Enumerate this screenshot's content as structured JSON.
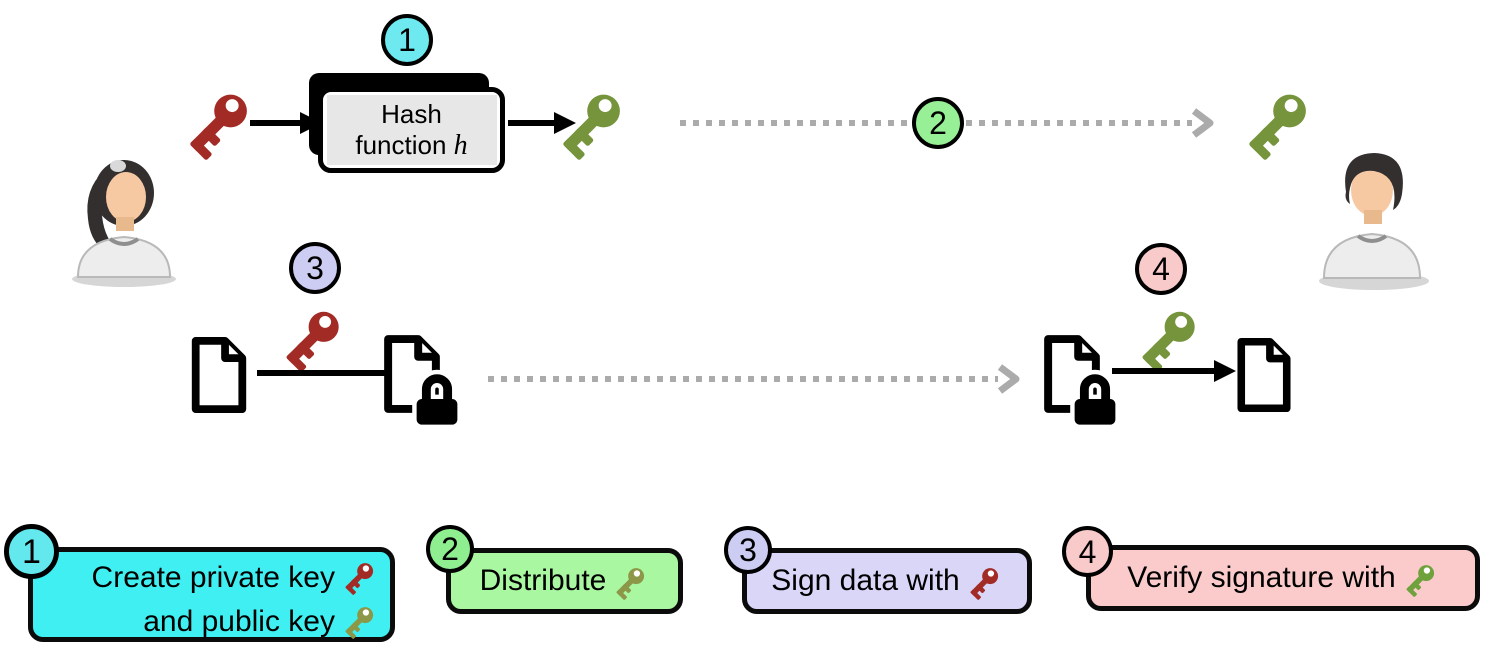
{
  "diagram": {
    "hash_box": {
      "line1": "Hash",
      "line2_text": "function",
      "line2_math": "h"
    },
    "badges": [
      {
        "label": "1",
        "color": "#6EE9F0"
      },
      {
        "label": "2",
        "color": "#97F096"
      },
      {
        "label": "3",
        "color": "#CDCDF4"
      },
      {
        "label": "4",
        "color": "#F9CACA"
      }
    ],
    "icons": {
      "sender": "woman-avatar",
      "receiver": "man-avatar",
      "private_key_color": "#A32B26",
      "public_key_color": "#75943C",
      "dotted_arrow_color": "#ABABAB",
      "arrow_color": "#000000"
    }
  },
  "legend": {
    "items": [
      {
        "number": "1",
        "box_color": "#40EFF1",
        "badge_color": "#63E8EE",
        "line1": "Create private key",
        "line1_key_color": "#A32B26",
        "line2": "and public key",
        "line2_key_color": "#8C9747"
      },
      {
        "number": "2",
        "box_color": "#A9F7A0",
        "badge_color": "#8FEF90",
        "line1": "Distribute",
        "line1_key_color": "#8C9747"
      },
      {
        "number": "3",
        "box_color": "#D9D6F8",
        "badge_color": "#CDCDF4",
        "line1": "Sign data with",
        "line1_key_color": "#A32B26"
      },
      {
        "number": "4",
        "box_color": "#FBCBCB",
        "badge_color": "#F9CACA",
        "line1": "Verify signature with",
        "line1_key_color": "#6FA23C"
      }
    ]
  }
}
